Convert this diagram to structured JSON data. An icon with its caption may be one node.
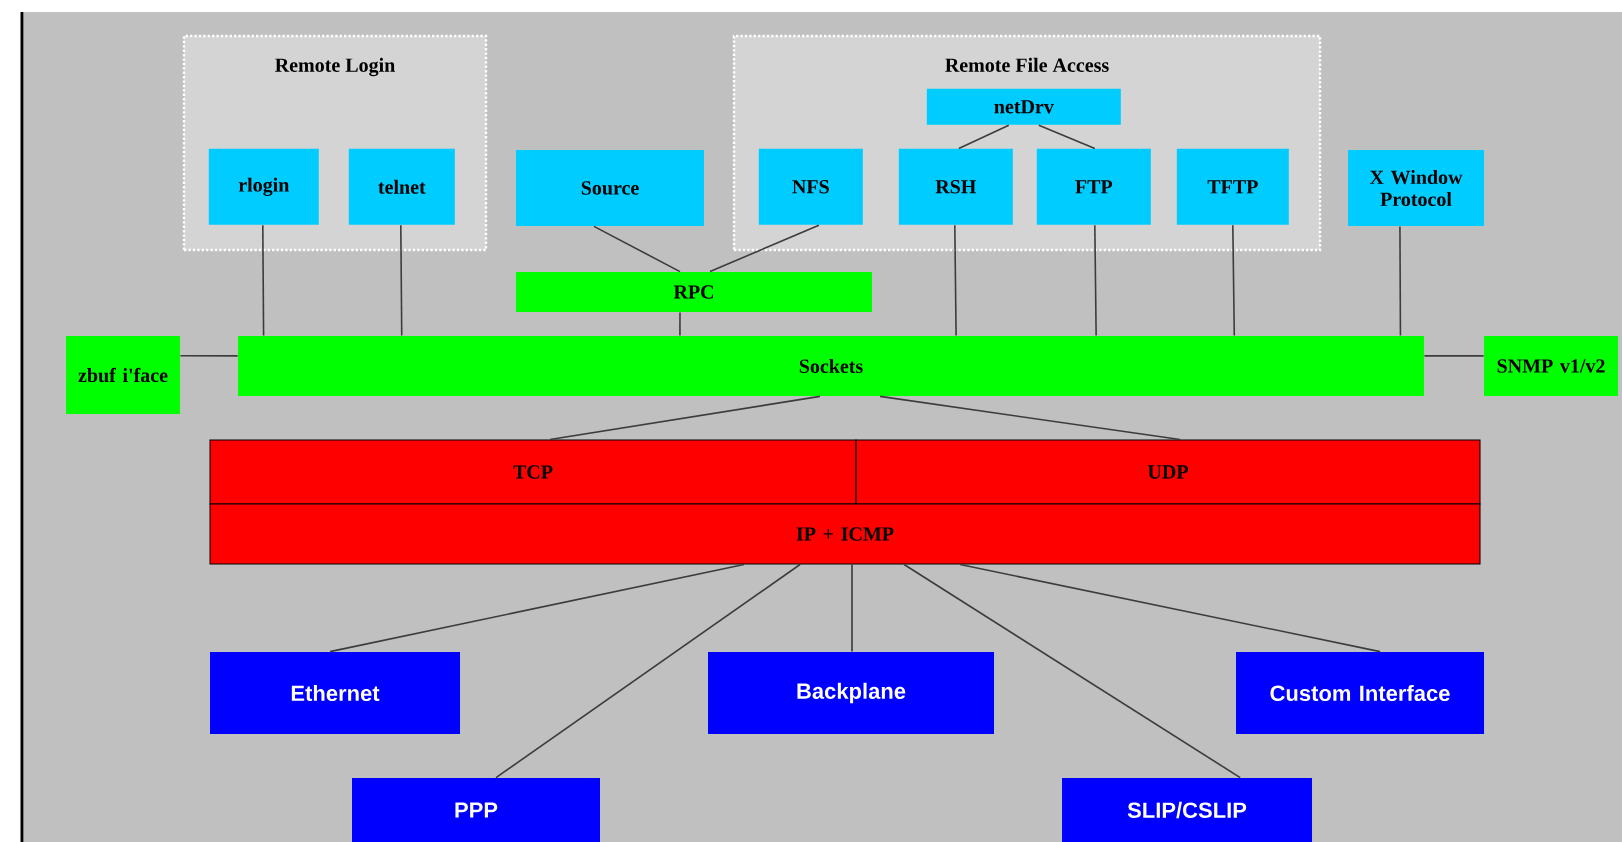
{
  "diagram": {
    "nodes": [
      {
        "text": [
          "Remote Login"
        ]
      },
      {
        "text": [
          "rlogin"
        ],
        "in": 0
      },
      {
        "text": [
          "telnet"
        ],
        "in": 0
      },
      {
        "text": [
          "Remote File Access"
        ]
      },
      {
        "text": [
          "netDrv"
        ],
        "in": 3
      },
      {
        "text": [
          "Source"
        ]
      },
      {
        "text": [
          "NFS"
        ],
        "in": 3
      },
      {
        "text": [
          "RSH"
        ],
        "in": 3
      },
      {
        "text": [
          "FTP"
        ],
        "in": 3
      },
      {
        "text": [
          "TFTP"
        ],
        "in": 3
      },
      {
        "text": [
          "X Window Protocol"
        ]
      },
      {
        "text": [
          "RPC"
        ]
      },
      {
        "text": [
          "zbuf i'face"
        ]
      },
      {
        "text": [
          "Sockets"
        ]
      },
      {
        "text": [
          "SNMP v1/v2"
        ]
      },
      {
        "text": [
          "TCP"
        ]
      },
      {
        "text": [
          "UDP"
        ]
      },
      {
        "text": [
          "IP + ICMP"
        ]
      },
      {
        "text": [
          "Ethernet"
        ]
      },
      {
        "text": [
          "PPP"
        ]
      },
      {
        "text": [
          "Backplane"
        ]
      },
      {
        "text": [
          "SLIP/CSLIP"
        ]
      },
      {
        "text": [
          "Custom Interface"
        ]
      }
    ],
    "edges": [
      {
        "from": 1,
        "to": 13,
        "arrow": "none"
      },
      {
        "from": 2,
        "to": 13,
        "arrow": "none"
      },
      {
        "from": 5,
        "to": 11,
        "arrow": "none"
      },
      {
        "from": 6,
        "to": 11,
        "arrow": "none"
      },
      {
        "from": 11,
        "to": 13,
        "arrow": "none"
      },
      {
        "from": 4,
        "to": 7,
        "arrow": "none"
      },
      {
        "from": 4,
        "to": 8,
        "arrow": "none"
      },
      {
        "from": 7,
        "to": 13,
        "arrow": "none"
      },
      {
        "from": 8,
        "to": 13,
        "arrow": "none"
      },
      {
        "from": 9,
        "to": 13,
        "arrow": "none"
      },
      {
        "from": 10,
        "to": 13,
        "arrow": "none"
      },
      {
        "from": 12,
        "to": 13,
        "arrow": "none"
      },
      {
        "from": 14,
        "to": 13,
        "arrow": "none"
      },
      {
        "from": 13,
        "to": 15,
        "arrow": "none"
      },
      {
        "from": 13,
        "to": 16,
        "arrow": "none"
      },
      {
        "from": 17,
        "to": 18,
        "arrow": "none"
      },
      {
        "from": 17,
        "to": 19,
        "arrow": "none"
      },
      {
        "from": 17,
        "to": 20,
        "arrow": "none"
      },
      {
        "from": 17,
        "to": 21,
        "arrow": "none"
      },
      {
        "from": 17,
        "to": 22,
        "arrow": "none"
      }
    ]
  }
}
